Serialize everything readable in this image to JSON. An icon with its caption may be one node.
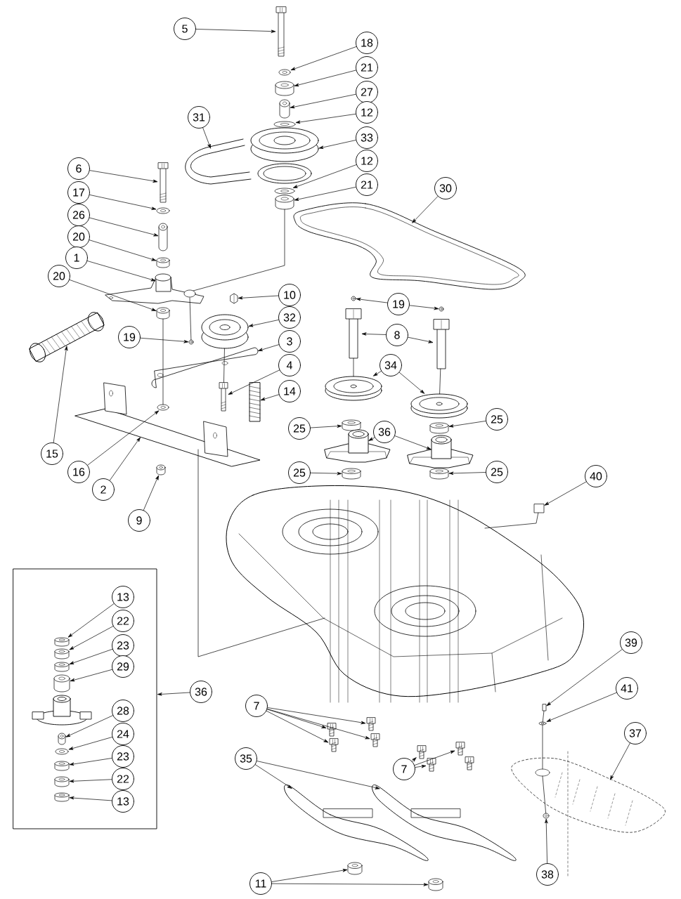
{
  "diagram": {
    "nodes": [
      {
        "text": [
          "5"
        ]
      },
      {
        "text": [
          "18"
        ]
      },
      {
        "text": [
          "21"
        ]
      },
      {
        "text": [
          "27"
        ]
      },
      {
        "text": [
          "12"
        ]
      },
      {
        "text": [
          "31"
        ]
      },
      {
        "text": [
          "33"
        ]
      },
      {
        "text": [
          "12"
        ]
      },
      {
        "text": [
          "6"
        ]
      },
      {
        "text": [
          "21"
        ]
      },
      {
        "text": [
          "30"
        ]
      },
      {
        "text": [
          "17"
        ]
      },
      {
        "text": [
          "26"
        ]
      },
      {
        "text": [
          "20"
        ]
      },
      {
        "text": [
          "1"
        ]
      },
      {
        "text": [
          "20"
        ]
      },
      {
        "text": [
          "10"
        ]
      },
      {
        "text": [
          "19"
        ]
      },
      {
        "text": [
          "32"
        ]
      },
      {
        "text": [
          "8"
        ]
      },
      {
        "text": [
          "19"
        ]
      },
      {
        "text": [
          "3"
        ]
      },
      {
        "text": [
          "4"
        ]
      },
      {
        "text": [
          "34"
        ]
      },
      {
        "text": [
          "14"
        ]
      },
      {
        "text": [
          "25"
        ]
      },
      {
        "text": [
          "25"
        ]
      },
      {
        "text": [
          "36"
        ]
      },
      {
        "text": [
          "15"
        ]
      },
      {
        "text": [
          "16"
        ]
      },
      {
        "text": [
          "25"
        ]
      },
      {
        "text": [
          "25"
        ]
      },
      {
        "text": [
          "40"
        ]
      },
      {
        "text": [
          "2"
        ]
      },
      {
        "text": [
          "9"
        ]
      },
      {
        "text": [],
        "shape": "box"
      },
      {
        "text": [
          "13"
        ],
        "in": 35
      },
      {
        "text": [
          "22"
        ],
        "in": 35
      },
      {
        "text": [
          "23"
        ],
        "in": 35
      },
      {
        "text": [
          "29"
        ],
        "in": 35
      },
      {
        "text": [
          "28"
        ],
        "in": 35
      },
      {
        "text": [
          "24"
        ],
        "in": 35
      },
      {
        "text": [
          "23"
        ],
        "in": 35
      },
      {
        "text": [
          "22"
        ],
        "in": 35
      },
      {
        "text": [
          "13"
        ],
        "in": 35
      },
      {
        "text": [
          "39"
        ]
      },
      {
        "text": [
          "36"
        ]
      },
      {
        "text": [
          "41"
        ]
      },
      {
        "text": [
          "7"
        ]
      },
      {
        "text": [
          "37"
        ]
      },
      {
        "text": [
          "35"
        ]
      },
      {
        "text": [
          "7"
        ]
      },
      {
        "text": [
          "11"
        ]
      },
      {
        "text": [
          "38"
        ]
      },
      {
        "text": [],
        "shape": "picture"
      },
      {
        "text": [],
        "shape": "circle"
      },
      {
        "text": [],
        "shape": "cylinder"
      },
      {
        "text": [],
        "shape": "cylinder"
      },
      {
        "text": [],
        "shape": "circle"
      },
      {
        "text": [],
        "shape": "picture"
      },
      {
        "text": [],
        "shape": "picture"
      },
      {
        "text": [],
        "shape": "circle"
      },
      {
        "text": [],
        "shape": "cylinder"
      },
      {
        "text": [],
        "shape": "picture"
      },
      {
        "text": [],
        "shape": "picture"
      },
      {
        "text": [],
        "shape": "circle"
      },
      {
        "text": [],
        "shape": "cylinder"
      },
      {
        "text": [],
        "shape": "cylinder"
      },
      {
        "text": [],
        "shape": "picture"
      },
      {
        "text": [],
        "shape": "picture"
      },
      {
        "text": [],
        "shape": "cylinder"
      },
      {
        "text": [],
        "shape": "circle"
      },
      {
        "text": [],
        "shape": "circle"
      },
      {
        "text": [],
        "shape": "circle"
      },
      {
        "text": [],
        "shape": "picture"
      },
      {
        "text": [],
        "shape": "picture"
      },
      {
        "text": [],
        "shape": "picture"
      },
      {
        "text": [],
        "shape": "picture"
      },
      {
        "text": [],
        "shape": "picture"
      },
      {
        "text": [],
        "shape": "picture"
      },
      {
        "text": [],
        "shape": "picture"
      },
      {
        "text": [],
        "shape": "picture"
      },
      {
        "text": [],
        "shape": "picture"
      },
      {
        "text": [],
        "shape": "circle"
      },
      {
        "text": [],
        "shape": "picture"
      },
      {
        "text": [],
        "shape": "cylinder"
      },
      {
        "text": [],
        "shape": "cylinder"
      },
      {
        "text": [],
        "shape": "picture"
      },
      {
        "text": [],
        "shape": "picture"
      },
      {
        "text": [],
        "shape": "cylinder"
      },
      {
        "text": [],
        "shape": "cylinder"
      },
      {
        "text": [],
        "shape": "cylinder"
      },
      {
        "text": [],
        "shape": "box"
      },
      {
        "text": [],
        "shape": "cylinder",
        "in": 35
      },
      {
        "text": [],
        "shape": "cylinder",
        "in": 35
      },
      {
        "text": [],
        "shape": "cylinder",
        "in": 35
      },
      {
        "text": [],
        "shape": "cylinder",
        "in": 35
      },
      {
        "text": [],
        "shape": "cylinder",
        "in": 35
      },
      {
        "text": [],
        "shape": "circle",
        "in": 35
      },
      {
        "text": [],
        "shape": "cylinder",
        "in": 35
      },
      {
        "text": [],
        "shape": "cylinder",
        "in": 35
      },
      {
        "text": [],
        "shape": "cylinder",
        "in": 35
      },
      {
        "text": [],
        "shape": "box"
      },
      {
        "text": [],
        "shape": "circle"
      },
      {
        "text": [],
        "shape": "picture"
      },
      {
        "text": [],
        "shape": "picture"
      },
      {
        "text": [],
        "shape": "picture"
      },
      {
        "text": [],
        "shape": "picture"
      },
      {
        "text": [],
        "shape": "picture"
      },
      {
        "text": [],
        "shape": "picture"
      },
      {
        "text": [],
        "shape": "picture"
      },
      {
        "text": [],
        "shape": "picture"
      },
      {
        "text": [],
        "shape": "picture"
      },
      {
        "text": [],
        "shape": "picture"
      },
      {
        "text": [],
        "shape": "cylinder"
      },
      {
        "text": [],
        "shape": "cylinder"
      },
      {
        "text": [],
        "shape": "circle"
      },
      {
        "text": [],
        "shape": "picture"
      }
    ],
    "edges": [
      {
        "from": 0,
        "to": 54,
        "arrow": "to"
      },
      {
        "from": 1,
        "to": 55,
        "arrow": "to"
      },
      {
        "from": 2,
        "to": 56,
        "arrow": "to"
      },
      {
        "from": 3,
        "to": 57,
        "arrow": "to"
      },
      {
        "from": 4,
        "to": 58,
        "arrow": "to"
      },
      {
        "from": 5,
        "to": 60,
        "arrow": "to"
      },
      {
        "from": 6,
        "to": 59,
        "arrow": "to"
      },
      {
        "from": 7,
        "to": 61,
        "arrow": "to"
      },
      {
        "from": 8,
        "to": 63,
        "arrow": "to"
      },
      {
        "from": 9,
        "to": 62,
        "arrow": "to"
      },
      {
        "from": 10,
        "to": 64,
        "arrow": "to"
      },
      {
        "from": 11,
        "to": 65,
        "arrow": "to"
      },
      {
        "from": 12,
        "to": 66,
        "arrow": "to"
      },
      {
        "from": 13,
        "to": 67,
        "arrow": "to"
      },
      {
        "from": 14,
        "to": 68,
        "arrow": "to"
      },
      {
        "from": 15,
        "to": 70,
        "arrow": "to"
      },
      {
        "from": 16,
        "to": 69,
        "arrow": "to"
      },
      {
        "from": 17,
        "to": 72,
        "arrow": "to"
      },
      {
        "from": 17,
        "to": 73,
        "arrow": "to"
      },
      {
        "from": 18,
        "to": 76,
        "arrow": "to"
      },
      {
        "from": 19,
        "to": 74,
        "arrow": "to"
      },
      {
        "from": 19,
        "to": 75,
        "arrow": "to"
      },
      {
        "from": 20,
        "to": 71,
        "arrow": "to"
      },
      {
        "from": 21,
        "to": 77,
        "arrow": "to"
      },
      {
        "from": 22,
        "to": 78,
        "arrow": "to"
      },
      {
        "from": 23,
        "to": 79,
        "arrow": "to"
      },
      {
        "from": 23,
        "to": 81,
        "arrow": "to"
      },
      {
        "from": 24,
        "to": 80,
        "arrow": "to"
      },
      {
        "from": 25,
        "to": 86,
        "arrow": "to"
      },
      {
        "from": 26,
        "to": 85,
        "arrow": "to"
      },
      {
        "from": 27,
        "to": 87,
        "arrow": "to"
      },
      {
        "from": 27,
        "to": 88,
        "arrow": "to"
      },
      {
        "from": 28,
        "to": 82,
        "arrow": "to"
      },
      {
        "from": 29,
        "to": 83,
        "arrow": "to"
      },
      {
        "from": 30,
        "to": 90,
        "arrow": "to"
      },
      {
        "from": 31,
        "to": 91,
        "arrow": "to"
      },
      {
        "from": 32,
        "to": 92,
        "arrow": "to"
      },
      {
        "from": 33,
        "to": 84,
        "arrow": "to"
      },
      {
        "from": 34,
        "to": 89,
        "arrow": "to"
      },
      {
        "from": 36,
        "to": 93,
        "arrow": "to"
      },
      {
        "from": 37,
        "to": 94,
        "arrow": "to"
      },
      {
        "from": 38,
        "to": 95,
        "arrow": "to"
      },
      {
        "from": 39,
        "to": 96,
        "arrow": "to"
      },
      {
        "from": 40,
        "to": 97,
        "arrow": "to"
      },
      {
        "from": 41,
        "to": 98,
        "arrow": "to"
      },
      {
        "from": 42,
        "to": 99,
        "arrow": "to"
      },
      {
        "from": 43,
        "to": 100,
        "arrow": "to"
      },
      {
        "from": 44,
        "to": 101,
        "arrow": "to"
      },
      {
        "from": 45,
        "to": 102,
        "arrow": "to"
      },
      {
        "from": 46,
        "to": 35,
        "arrow": "to"
      },
      {
        "from": 47,
        "to": 103,
        "arrow": "to"
      },
      {
        "from": 48,
        "to": 104,
        "arrow": "to"
      },
      {
        "from": 48,
        "to": 105,
        "arrow": "to"
      },
      {
        "from": 48,
        "to": 106,
        "arrow": "to"
      },
      {
        "from": 48,
        "to": 107,
        "arrow": "to"
      },
      {
        "from": 49,
        "to": 108,
        "arrow": "to"
      },
      {
        "from": 50,
        "to": 109,
        "arrow": "to"
      },
      {
        "from": 50,
        "to": 110,
        "arrow": "to"
      },
      {
        "from": 51,
        "to": 111,
        "arrow": "to"
      },
      {
        "from": 51,
        "to": 112,
        "arrow": "to"
      },
      {
        "from": 51,
        "to": 113,
        "arrow": "to"
      },
      {
        "from": 52,
        "to": 114,
        "arrow": "to"
      },
      {
        "from": 52,
        "to": 115,
        "arrow": "to"
      },
      {
        "from": 53,
        "to": 116,
        "arrow": "to"
      },
      {
        "from": 62,
        "to": 68,
        "arrow": "none"
      },
      {
        "from": 70,
        "to": 83,
        "arrow": "none"
      },
      {
        "from": 68,
        "to": 71,
        "arrow": "none"
      },
      {
        "from": 84,
        "to": 117,
        "arrow": "none"
      },
      {
        "from": 76,
        "to": 78,
        "arrow": "none"
      },
      {
        "from": 74,
        "to": 79,
        "arrow": "none"
      },
      {
        "from": 75,
        "to": 81,
        "arrow": "none"
      },
      {
        "from": 92,
        "to": 117,
        "arrow": "none"
      },
      {
        "from": 102,
        "to": 103,
        "arrow": "none"
      },
      {
        "from": 103,
        "to": 108,
        "arrow": "none"
      },
      {
        "from": 108,
        "to": 116,
        "arrow": "none"
      }
    ]
  }
}
